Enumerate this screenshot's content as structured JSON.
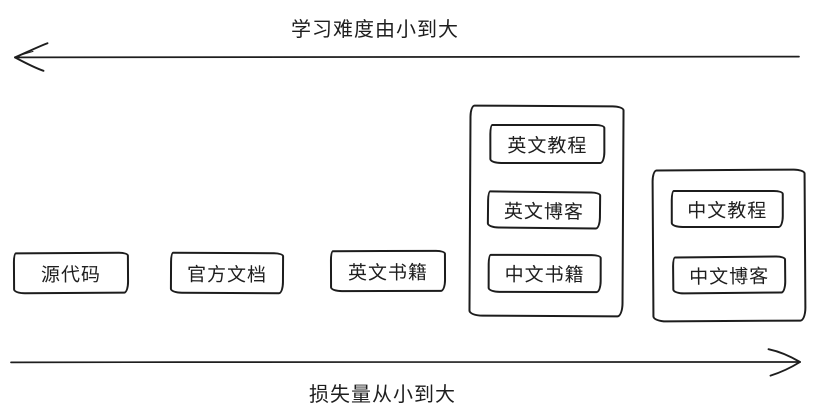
{
  "diagram": {
    "background": "#ffffff",
    "stroke_color": "#1e1e1e",
    "top_axis": {
      "label": "学习难度由小到大",
      "direction": "left"
    },
    "bottom_axis": {
      "label": "损失量从小到大",
      "direction": "right"
    },
    "items": [
      {
        "label": "源代码"
      },
      {
        "label": "官方文档"
      },
      {
        "label": "英文书籍"
      }
    ],
    "groups": [
      {
        "items": [
          {
            "label": "英文教程"
          },
          {
            "label": "英文博客"
          },
          {
            "label": "中文书籍"
          }
        ]
      },
      {
        "items": [
          {
            "label": "中文教程"
          },
          {
            "label": "中文博客"
          }
        ]
      }
    ]
  }
}
